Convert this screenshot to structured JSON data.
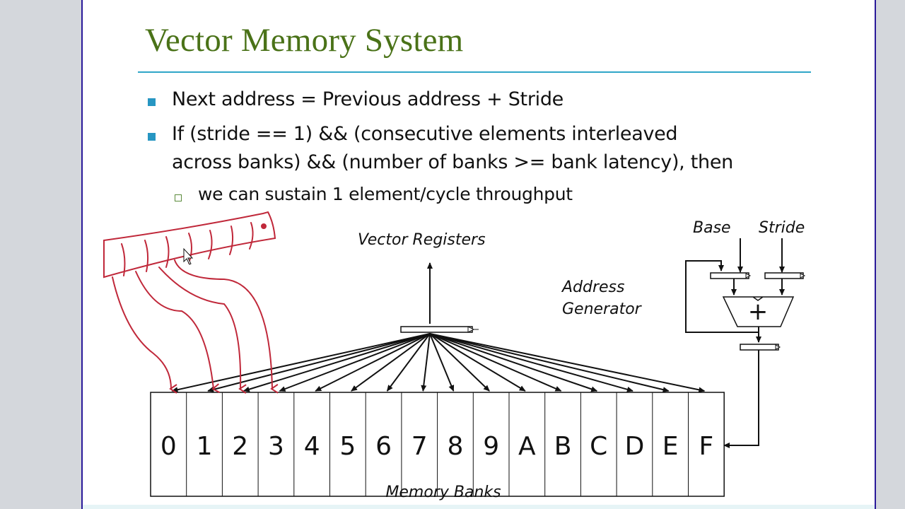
{
  "slide": {
    "title": "Vector Memory System",
    "bullets": [
      {
        "lines": [
          "Next address = Previous address + Stride"
        ]
      },
      {
        "lines": [
          "If (stride == 1) && (consecutive elements interleaved",
          "across banks) && (number of banks >= bank latency), then"
        ]
      }
    ],
    "sub_bullets": [
      "we can sustain 1 element/cycle throughput"
    ],
    "colors": {
      "title": "#4a7218",
      "rule": "#2fa6c8",
      "bullet": "#2796c2",
      "annotation": "#c0283a"
    }
  },
  "diagram": {
    "vector_registers_label": "Vector Registers",
    "address_generator_label": [
      "Address",
      "Generator"
    ],
    "base_label": "Base",
    "stride_label": "Stride",
    "adder_symbol": "+",
    "memory_banks_label": "Memory Banks",
    "banks": [
      "0",
      "1",
      "2",
      "3",
      "4",
      "5",
      "6",
      "7",
      "8",
      "9",
      "A",
      "B",
      "C",
      "D",
      "E",
      "F"
    ]
  }
}
